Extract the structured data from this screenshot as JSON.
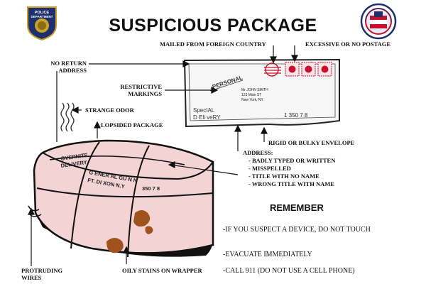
{
  "title": "SUSPICIOUS PACKAGE",
  "badge_left": {
    "line1": "POLICE",
    "line2": "DEPARTMENT"
  },
  "labels": {
    "foreign_country": "MAILED FROM FOREIGN COUNTRY",
    "excessive_postage": "EXCESSIVE OR NO POSTAGE",
    "no_return_address": [
      "NO RETURN",
      "ADDRESS"
    ],
    "restrictive_markings": [
      "RESTRICTIVE",
      "MARKINGS"
    ],
    "strange_odor": "STRANGE ODOR",
    "lopsided": "LOPSIDED PACKAGE",
    "rigid_envelope": "RIGID OR BULKY ENVELOPE",
    "protruding_wires": [
      "PROTRUDING",
      "WIRES"
    ],
    "oily_stains": "OILY STAINS ON WRAPPER"
  },
  "address_heading": "ADDRESS:",
  "address_items": [
    "- BADLY TYPED OR WRITTEN",
    "- MISSPELLED",
    "- TITLE WITH NO NAME",
    "- WRONG TITLE WITH NAME"
  ],
  "envelope": {
    "personal": "PERSONAL",
    "recipient": [
      "Mr JOHN SMITH",
      "123 Main ST",
      "New York, NY"
    ],
    "special": [
      "SpecIAL",
      "D Eli veRY"
    ],
    "code": "1 350 7 8"
  },
  "package": {
    "marking": [
      "OVERNITE",
      "DELIVERY"
    ],
    "address": [
      "G ENER AL GU N N",
      "FT. DI XON N.Y"
    ],
    "code": "350 7 8"
  },
  "remember": {
    "heading": "REMEMBER",
    "tips": [
      "-IF YOU SUSPECT A DEVICE, DO NOT TOUCH",
      "-EVACUATE IMMEDIATELY",
      "-CALL 911 (DO NOT USE A CELL PHONE)"
    ]
  },
  "colors": {
    "package_fill": "#f3d3d3",
    "stain": "#a0521d",
    "stamp": "#c8102e",
    "badge_blue": "#1f2f6e"
  }
}
